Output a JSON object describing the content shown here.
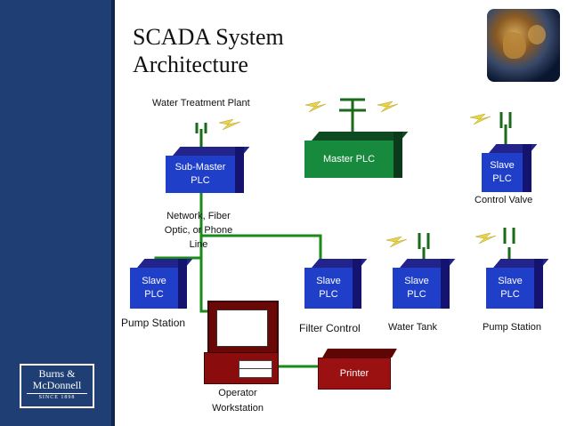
{
  "title": {
    "line1": "SCADA System",
    "line2": "Architecture"
  },
  "labels": {
    "water_treatment_plant": "Water Treatment Plant",
    "network": [
      "Network, Fiber",
      "Optic, or Phone",
      "Line"
    ],
    "control_valve": "Control Valve",
    "pump_station_left": "Pump Station",
    "filter_control": "Filter Control",
    "water_tank": "Water Tank",
    "pump_station_right": "Pump Station",
    "operator_workstation": [
      "Operator",
      "Workstation"
    ]
  },
  "nodes": {
    "sub_master": [
      "Sub-Master",
      "PLC"
    ],
    "master": "Master PLC",
    "slave_control_valve": [
      "Slave",
      "PLC"
    ],
    "slave_pump_left": [
      "Slave",
      "PLC"
    ],
    "slave_filter": [
      "Slave",
      "PLC"
    ],
    "slave_tank": [
      "Slave",
      "PLC"
    ],
    "slave_pump_right": [
      "Slave",
      "PLC"
    ],
    "printer": "Printer"
  },
  "logo": {
    "line1": "Burns &",
    "line2": "McDonnell",
    "line3": "SINCE 1898"
  },
  "colors": {
    "sidebar": "#1f3e74",
    "plc_blue": "#1f3fc8",
    "master_green": "#178a3e",
    "wire_green": "#1a8a1a",
    "device_red": "#8a0c0c",
    "bolt_yellow": "#e8d44a"
  },
  "icons": [
    "globe-image",
    "antenna-icon",
    "lightning-bolt-icon"
  ]
}
